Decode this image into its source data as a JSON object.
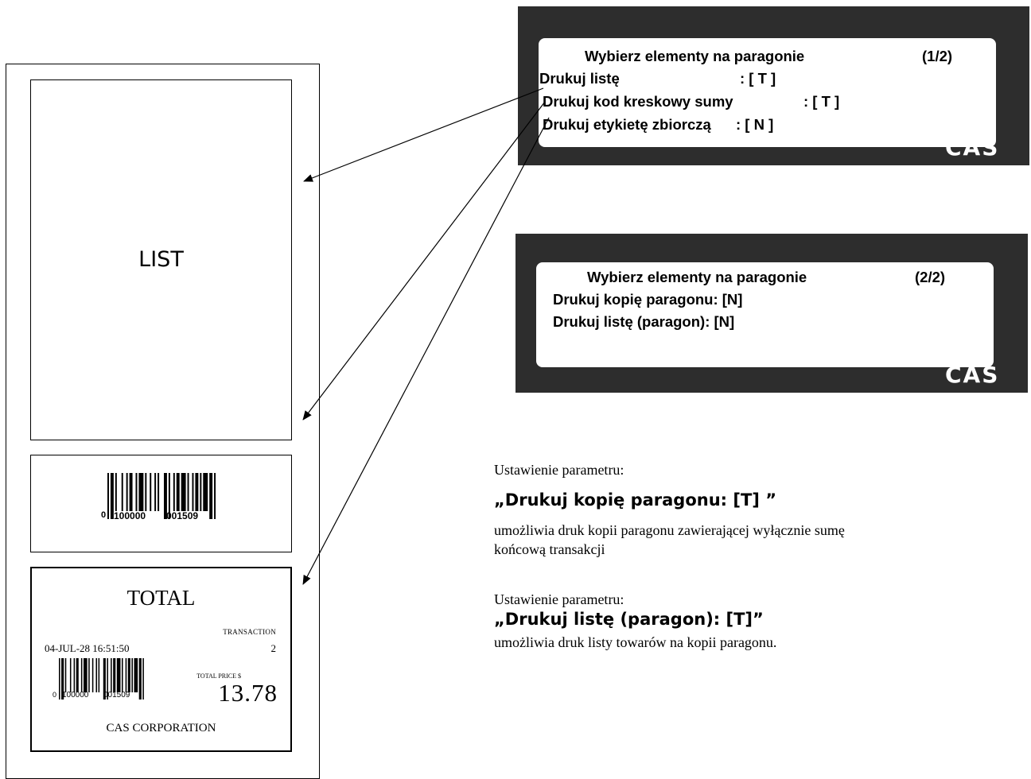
{
  "receipt": {
    "list_label": "LIST",
    "barcode_digits_small": "0",
    "barcode_digits_a": "100000",
    "barcode_digits_b": "001509",
    "total": {
      "title": "TOTAL",
      "transaction_label": "TRANSACTION",
      "datetime": "04-JUL-28  16:51:50",
      "transaction_number": "2",
      "price_label": "TOTAL PRICE $",
      "price_value": "13.78",
      "company": "CAS CORPORATION"
    }
  },
  "display1": {
    "title": "Wybierz elementy na paragonie",
    "page": "(1/2)",
    "rows": [
      {
        "label": "Drukuj listę",
        "value": ": [ T ]"
      },
      {
        "label": "Drukuj kod kreskowy sumy",
        "value": ": [ T ]"
      },
      {
        "label": "Drukuj etykietę zbiorczą",
        "value": ": [ N ]"
      }
    ],
    "logo": "CAS"
  },
  "display2": {
    "title": "Wybierz elementy na paragonie",
    "page": "(2/2)",
    "rows": [
      "Drukuj kopię paragonu: [N]",
      "Drukuj listę (paragon): [N]"
    ],
    "logo": "CAS"
  },
  "notes": [
    {
      "label": "Ustawienie parametru:",
      "heading": "„Drukuj kopię paragonu: [T] ”",
      "body_line1": "umożliwia druk kopii paragonu zawierającej wyłącznie sumę",
      "body_line2": "końcową transakcji"
    },
    {
      "label": "Ustawienie parametru:",
      "heading": "„Drukuj listę (paragon): [T]”",
      "body_line1": "umożliwia druk listy towarów na kopii paragonu."
    }
  ]
}
